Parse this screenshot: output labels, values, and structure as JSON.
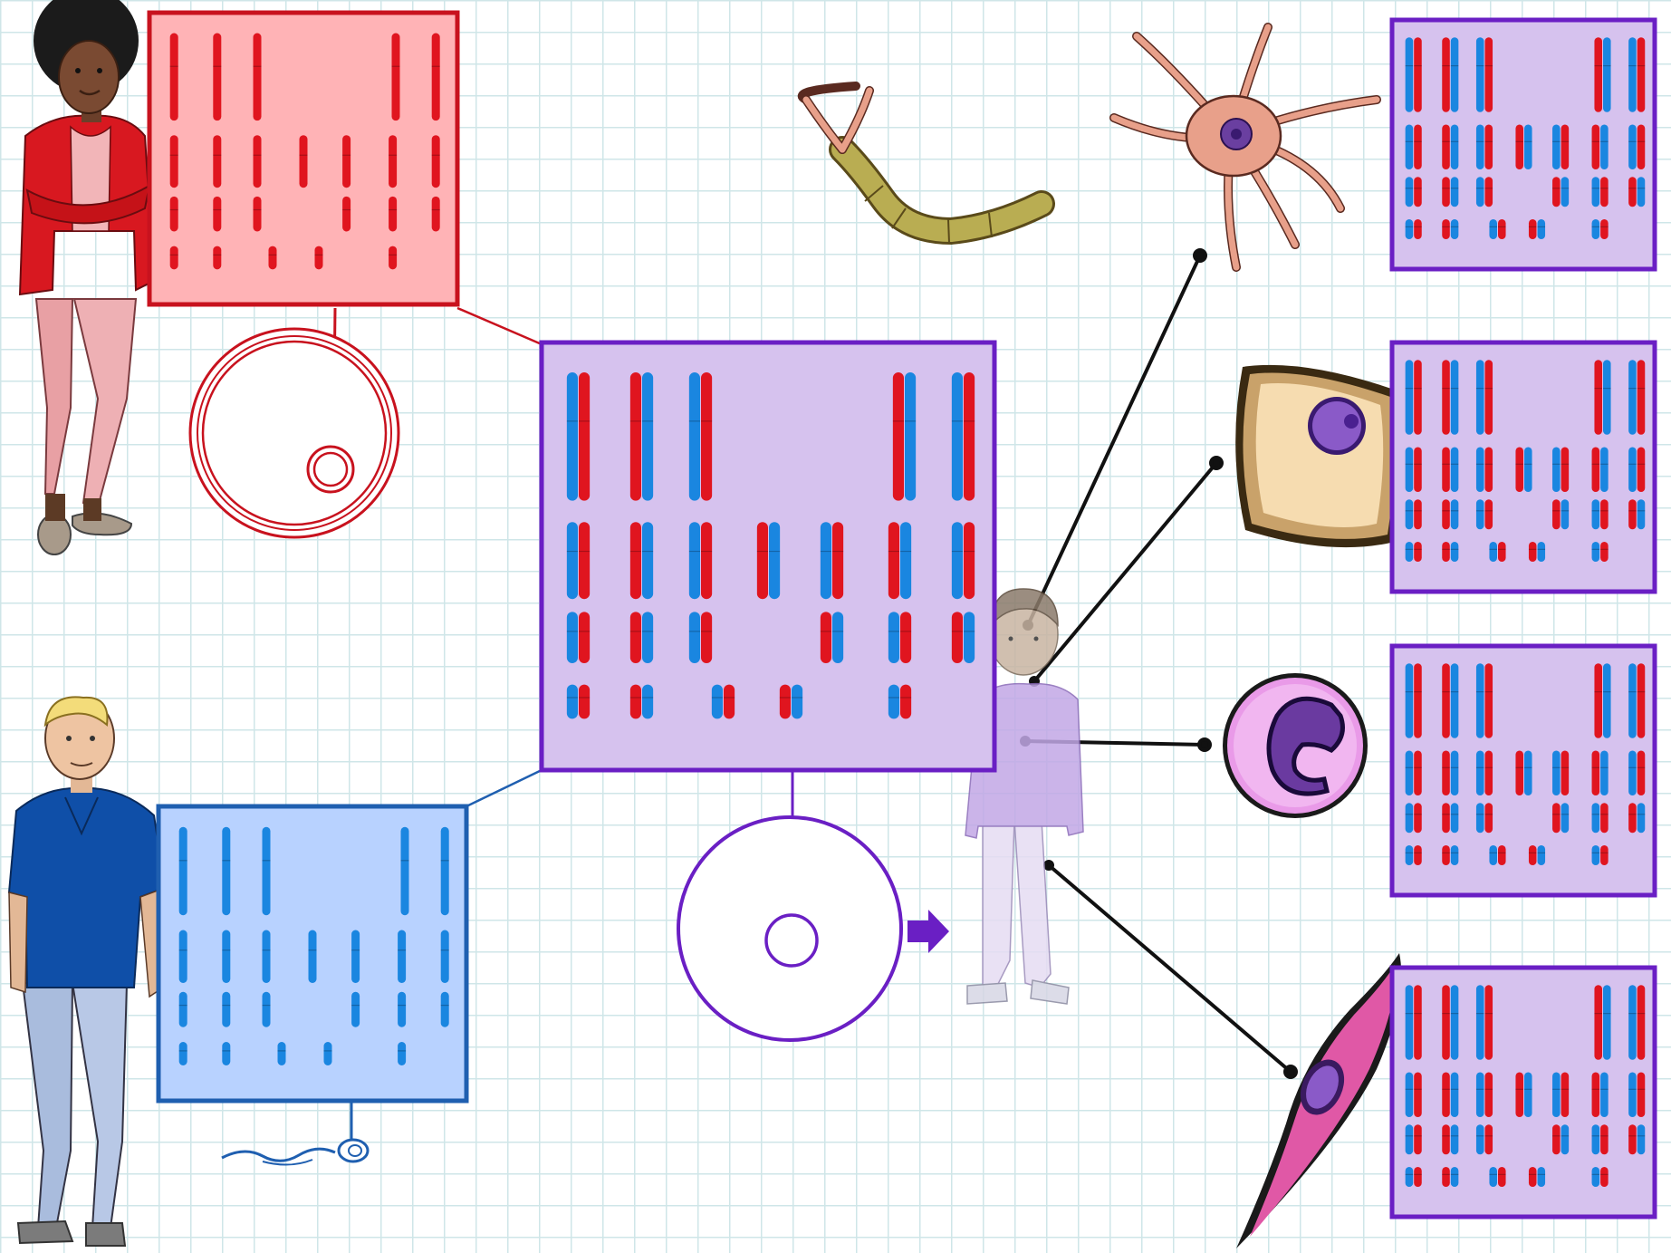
{
  "diagram": {
    "title": "",
    "colors": {
      "maternal": "#e0151f",
      "paternal": "#1a86e0",
      "mother_panel_fill": "#ffb3b6",
      "mother_panel_stroke": "#c8121e",
      "father_panel_fill": "#b8d2ff",
      "father_panel_stroke": "#1f5fb0",
      "zygote_panel_fill": "#d6c2ee",
      "zygote_panel_stroke": "#6a1fc4",
      "grid": "#cfe6e8"
    },
    "people": [
      {
        "role": "mother",
        "icon": "woman-figure-icon"
      },
      {
        "role": "father",
        "icon": "man-figure-icon"
      },
      {
        "role": "child",
        "icon": "child-figure-icon"
      }
    ],
    "gametes": [
      {
        "role": "egg",
        "icon": "egg-cell-icon"
      },
      {
        "role": "sperm",
        "icon": "sperm-cell-icon"
      }
    ],
    "zygote": {
      "icon": "zygote-cell-icon"
    },
    "body_cells": [
      {
        "kind": "neuron",
        "icon": "neuron-icon"
      },
      {
        "kind": "epithelial",
        "icon": "skin-cell-icon"
      },
      {
        "kind": "white-blood-cell",
        "icon": "white-blood-cell-icon"
      },
      {
        "kind": "smooth-muscle",
        "icon": "muscle-cell-icon"
      }
    ],
    "arrow": {
      "icon": "arrow-right-icon"
    }
  }
}
